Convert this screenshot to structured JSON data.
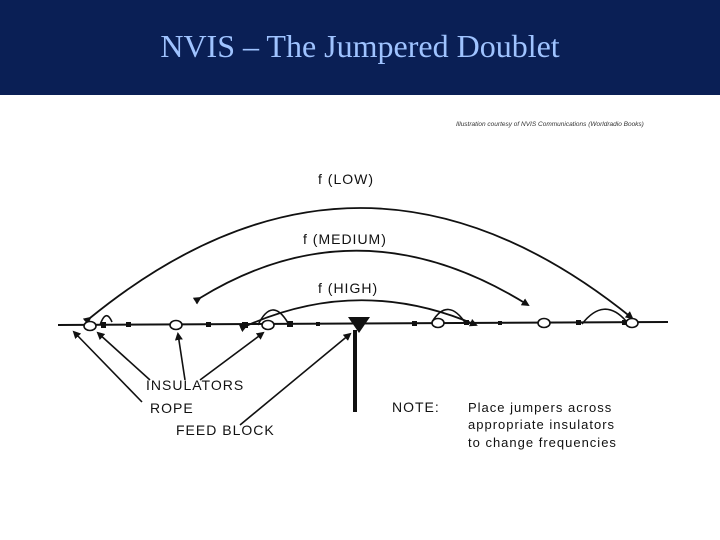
{
  "slide": {
    "title": "NVIS – The Jumpered Doublet",
    "credit": "Illustration courtesy of NVIS Communications (Worldradio Books)"
  },
  "diagram": {
    "freq_low": "f  (LOW)",
    "freq_medium": "f  (MEDIUM)",
    "freq_high": "f  (HIGH)",
    "insulators": "INSULATORS",
    "rope": "ROPE",
    "feed_block": "FEED  BLOCK",
    "note_label": "NOTE:",
    "note_line1": "Place  jumpers  across",
    "note_line2": "appropriate  insulators",
    "note_line3": "to  change  frequencies"
  },
  "colors": {
    "header_bg": "#0a1f55",
    "title_text": "#9fc3ff"
  }
}
